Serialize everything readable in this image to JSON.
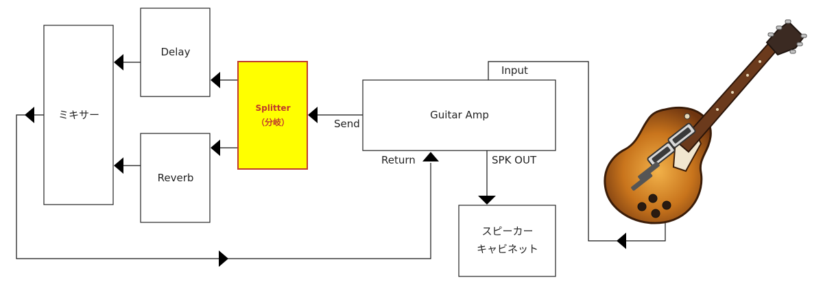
{
  "blocks": {
    "mixer": "ミキサー",
    "delay": "Delay",
    "reverb": "Reverb",
    "splitter_line1": "Splitter",
    "splitter_line2": "（分岐）",
    "amp": "Guitar Amp",
    "cabinet_line1": "スピーカー",
    "cabinet_line2": "キャビネット"
  },
  "ports": {
    "send": "Send",
    "return": "Return",
    "input": "Input",
    "spk_out": "SPK OUT"
  },
  "colors": {
    "splitter_fill": "#ffff00",
    "splitter_border": "#c0392b",
    "splitter_text": "#c0392b",
    "line": "#111111",
    "guitar_body": "#c8741c",
    "guitar_neck": "#6b3a1c",
    "headstock": "#3b2a22"
  },
  "icons": {
    "guitar": "electric-guitar-icon"
  }
}
